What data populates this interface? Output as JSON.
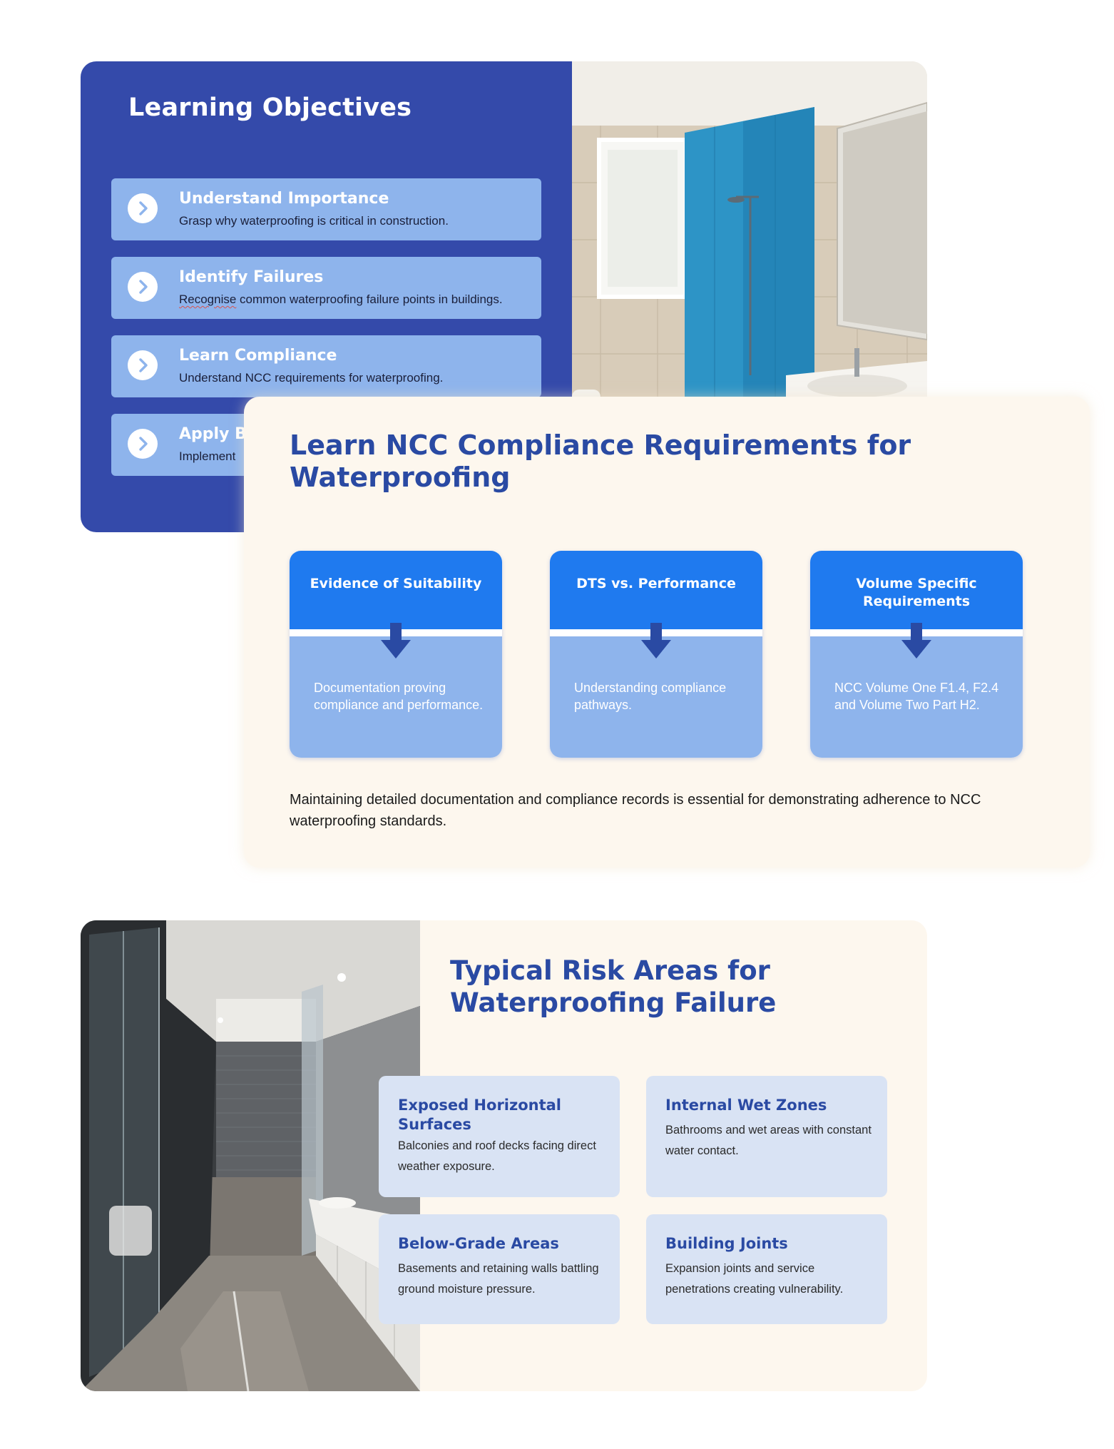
{
  "objectives": {
    "title": "Learning Objectives",
    "items": [
      {
        "title": "Understand Importance",
        "desc": "Grasp why waterproofing is critical in construction."
      },
      {
        "title": "Identify Failures",
        "desc_flagged": "Recognise",
        "desc_rest": " common waterproofing failure points in buildings."
      },
      {
        "title": "Learn Compliance",
        "desc": "Understand NCC requirements for waterproofing."
      },
      {
        "title": "Apply B",
        "desc": "Implement"
      }
    ]
  },
  "compliance": {
    "title": "Learn NCC Compliance Requirements for Waterproofing",
    "steps": [
      {
        "head": "Evidence of Suitability",
        "body": "Documentation proving compliance and performance."
      },
      {
        "head": "DTS vs. Performance",
        "body": "Understanding compliance pathways."
      },
      {
        "head": "Volume Specific Requirements",
        "body": "NCC Volume One F1.4, F2.4 and Volume Two Part H2."
      }
    ],
    "note": "Maintaining detailed documentation and compliance records is essential for demonstrating adherence to NCC waterproofing standards."
  },
  "risks": {
    "title": "Typical Risk Areas for Waterproofing Failure",
    "items": [
      {
        "title": "Exposed Horizontal Surfaces",
        "desc": "Balconies and roof decks facing direct weather exposure."
      },
      {
        "title": "Internal Wet Zones",
        "desc": "Bathrooms and wet areas with constant water contact."
      },
      {
        "title": "Below-Grade Areas",
        "desc": "Basements and retaining walls battling ground moisture pressure."
      },
      {
        "title": "Building Joints",
        "desc": "Expansion joints and service penetrations creating vulnerability."
      }
    ]
  },
  "colors": {
    "navy_panel": "#344aaa",
    "objective_tile": "#8eb4ec",
    "flow_head": "#1f7aef",
    "heading_blue": "#2a4aa3",
    "cream": "#fdf7ee",
    "risk_tile": "#d9e3f4"
  },
  "icons": {
    "objective": "chevron-right-icon",
    "flow": "arrow-down-icon"
  }
}
